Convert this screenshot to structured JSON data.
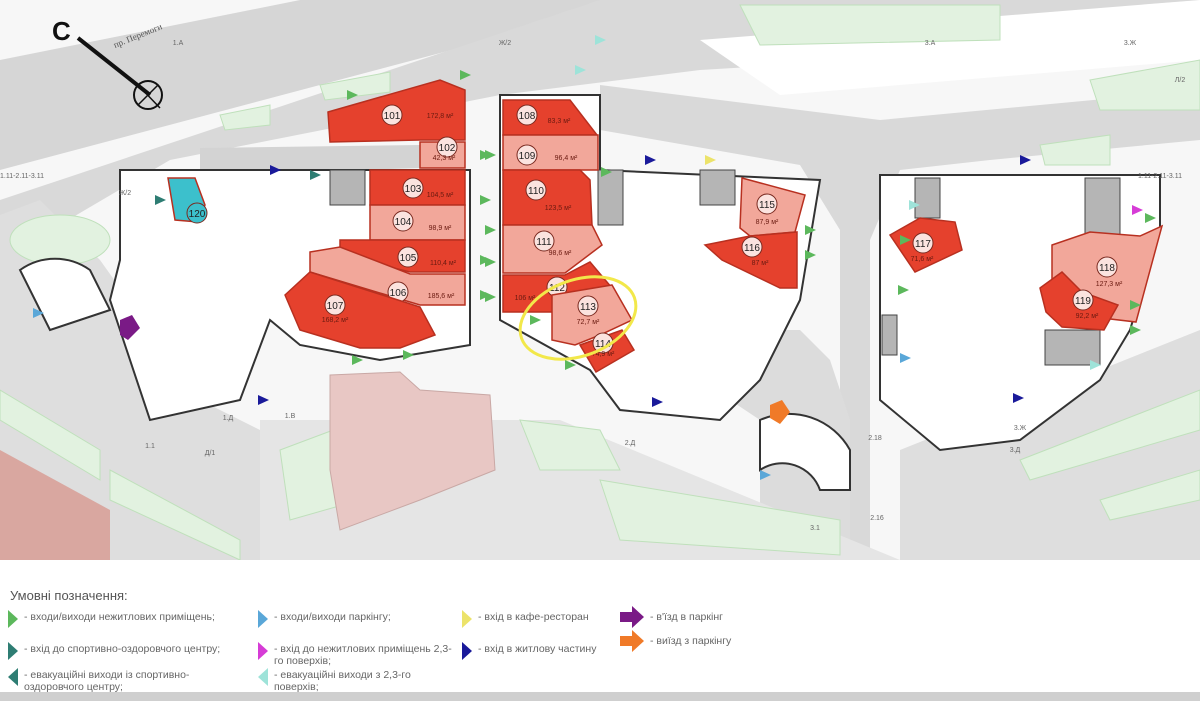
{
  "plan": {
    "compass_label": "С",
    "street_label": "пр. Перемоги",
    "axis_labels": [
      "1.А",
      "Ж/2",
      "Л/2",
      "1.11-2.11-3.11",
      "3.А",
      "3.Ж",
      "Ж/2",
      "1.11-2.11-3.11",
      "1.В",
      "1.Д",
      "2.Д",
      "2.16",
      "2.18",
      "3.Д",
      "3.Ж",
      "Д/1",
      "1.1",
      "3.1"
    ],
    "units": [
      {
        "id": "101",
        "area": "172,8 м²",
        "shade": "dark"
      },
      {
        "id": "102",
        "area": "42,3 м²",
        "shade": "light"
      },
      {
        "id": "103",
        "area": "104,5 м²",
        "shade": "dark"
      },
      {
        "id": "104",
        "area": "98,9 м²",
        "shade": "light"
      },
      {
        "id": "105",
        "area": "110,4 м²",
        "shade": "dark"
      },
      {
        "id": "106",
        "area": "185,6 м²",
        "shade": "light"
      },
      {
        "id": "107",
        "area": "168,2 м²",
        "shade": "dark"
      },
      {
        "id": "108",
        "area": "83,3 м²",
        "shade": "dark"
      },
      {
        "id": "109",
        "area": "96,4 м²",
        "shade": "light"
      },
      {
        "id": "110",
        "area": "123,5 м²",
        "shade": "dark"
      },
      {
        "id": "111",
        "area": "98,6 м²",
        "shade": "light"
      },
      {
        "id": "112",
        "area": "106 м²",
        "shade": "dark"
      },
      {
        "id": "113",
        "area": "72,7 м²",
        "shade": "light"
      },
      {
        "id": "114",
        "area": "?4,9 м²",
        "shade": "dark"
      },
      {
        "id": "115",
        "area": "87,9 м²",
        "shade": "light"
      },
      {
        "id": "116",
        "area": "87 м²",
        "shade": "dark"
      },
      {
        "id": "117",
        "area": "71,6 м²",
        "shade": "dark"
      },
      {
        "id": "118",
        "area": "127,3 м²",
        "shade": "light"
      },
      {
        "id": "119",
        "area": "92,2 м²",
        "shade": "dark"
      },
      {
        "id": "120",
        "area": "",
        "shade": "sport"
      }
    ],
    "colors": {
      "dark": "#e5412d",
      "light": "#f2a79a",
      "sport": "#3cc0cc",
      "road": "#d6d6d6",
      "green": "#e2f2e0",
      "highlight": "#f2e84a"
    }
  },
  "legend": {
    "title": "Умовні позначення:",
    "items": [
      {
        "key": "nonres-entry",
        "label": "- входи/виходи нежитлових приміщень;",
        "color": "#5cb85c"
      },
      {
        "key": "sport-entry",
        "label": "- вхід до спортивно-оздоровчого центру;",
        "color": "#2e7d73"
      },
      {
        "key": "sport-evac",
        "label": "- евакуаційні виходи із спортивно-оздоровчого центру;",
        "color": "#2e7d73"
      },
      {
        "key": "parking-entry",
        "label": "- входи/виходи паркінгу;",
        "color": "#5aa7d8"
      },
      {
        "key": "upper-entry",
        "label": "- вхід до нежитлових приміщень 2,3-го поверхів;",
        "color": "#d63cd6"
      },
      {
        "key": "upper-evac",
        "label": "- евакуаційні виходи з 2,3-го поверхів;",
        "color": "#9ee3d9"
      },
      {
        "key": "cafe-entry",
        "label": "- вхід в кафе-ресторан",
        "color": "#ece36a"
      },
      {
        "key": "residential-entry",
        "label": "- вхід в житлову частину",
        "color": "#1a1a9a"
      },
      {
        "key": "parking-in",
        "label": "- в'їзд в паркінг",
        "color": "#7a1a86"
      },
      {
        "key": "parking-out",
        "label": "- виїзд з паркінгу",
        "color": "#f07a28"
      }
    ]
  }
}
